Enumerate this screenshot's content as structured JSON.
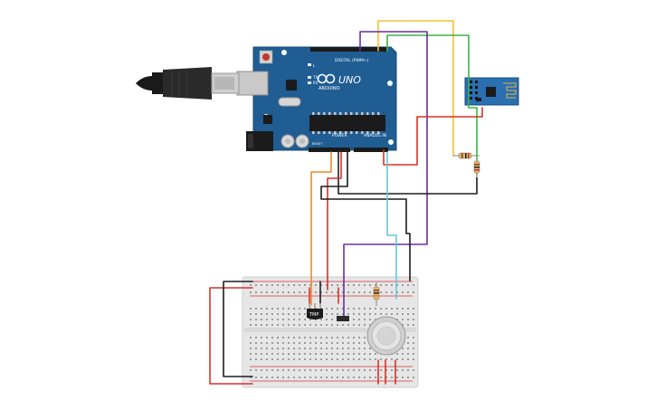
{
  "circuit": {
    "board": {
      "brand_label": "ARDUINO",
      "model_label": "UNO",
      "digital_header_label": "DIGITAL (PWM~)",
      "power_header_label": "POWER",
      "analog_header_label": "ANALOG IN",
      "reset_label": "RESET",
      "tx_label": "TX",
      "rx_label": "RX",
      "l_label": "L"
    },
    "sensor": {
      "label": "TMP"
    },
    "colors": {
      "board": "#1f5d93",
      "wire_yellow": "#f2c230",
      "wire_green": "#3bb44a",
      "wire_purple": "#6b2fa0",
      "wire_red": "#d6312b",
      "wire_orange": "#f08a24",
      "wire_black": "#1d1d1d",
      "wire_cyan": "#69c6d6",
      "breadboard": "#e6e6e6",
      "esp_module": "#2a6fb0"
    },
    "icons": [
      "usb-cable-icon",
      "power-jack-icon",
      "reset-button-icon",
      "resistor-icon",
      "wifi-module-icon",
      "gas-sensor-icon",
      "temperature-sensor-icon"
    ]
  }
}
